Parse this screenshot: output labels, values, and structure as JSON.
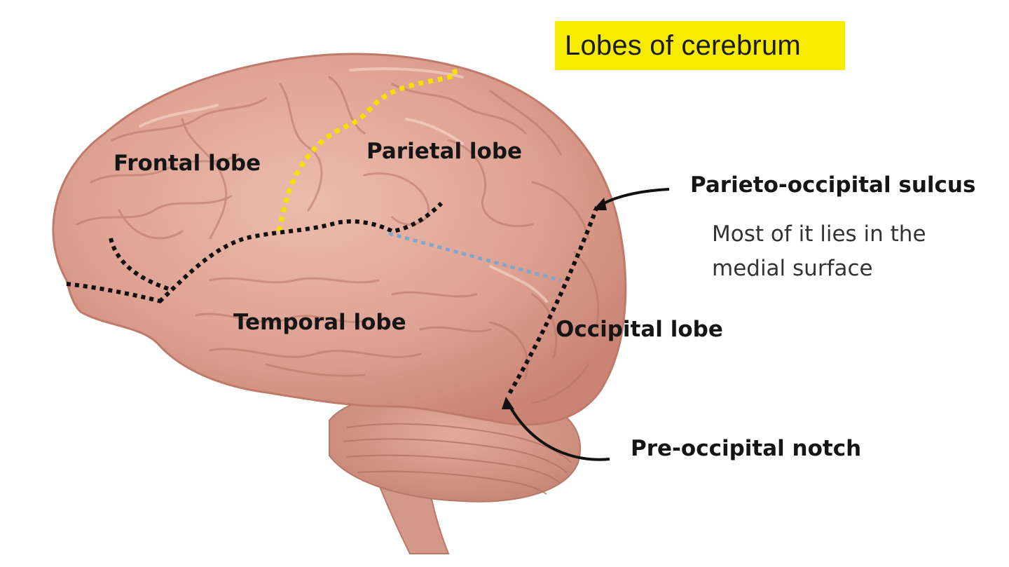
{
  "title": "Lobes of cerebrum",
  "labels": {
    "frontal": "Frontal lobe",
    "parietal": "Parietal lobe",
    "temporal": "Temporal lobe",
    "occipital": "Occipital lobe",
    "parieto_occipital": "Parieto-occipital sulcus",
    "pre_occipital": "Pre-occipital notch"
  },
  "note": {
    "line1": "Most of it lies in the",
    "line2": "medial surface"
  },
  "colors": {
    "title_background": "#f7ec00",
    "brain": "#dfa493",
    "central_sulcus": "#f5e000",
    "lateral_sulcus": "#111111",
    "boundary_line": "#7fa6cc"
  }
}
